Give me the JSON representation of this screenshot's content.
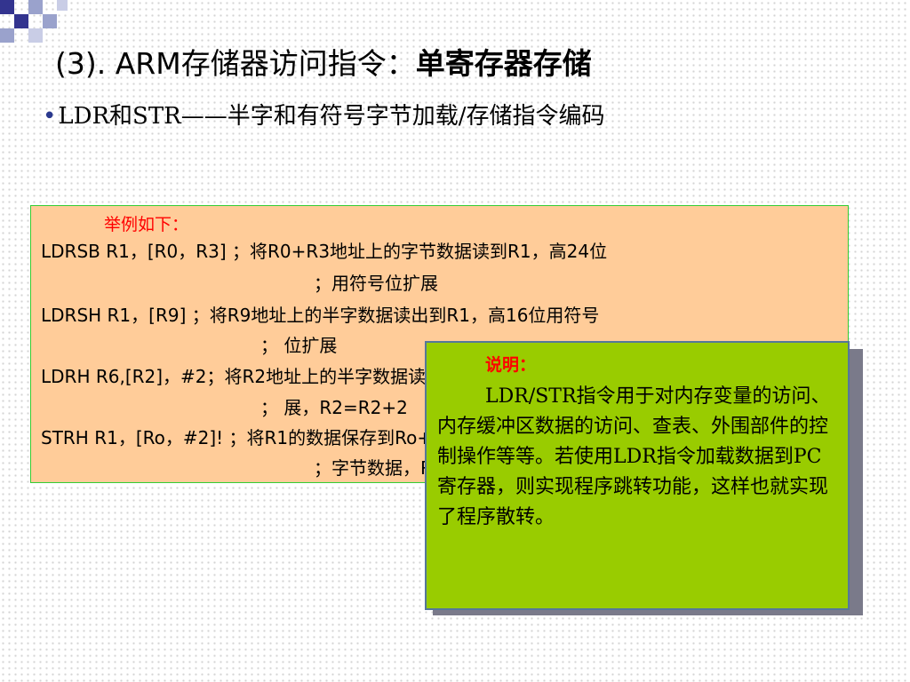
{
  "slide": {
    "title_prefix": "(3). ARM存储器访问指令：",
    "title_bold": "单寄存器存储",
    "bullet_symbol": "•",
    "subtitle": "LDR和STR——半字和有符号字节加载/存储指令编码"
  },
  "example": {
    "heading": "举例如下：",
    "lines": [
      "LDRSB  R1，[R0，R3]  ；将R0+R3地址上的字节数据读到R1，高24位",
      "；用符号位扩展",
      "LDRSH  R1，[R9]   ；将R9地址上的半字数据读出到R1，高16位用符号",
      "；  位扩展",
      "LDRH  R6,[R2]，#2；将R2地址上的半字数据读出到R6，高16位用零扩",
      "；  展，R2=R2+2",
      "STRH   R1，[Ro，#2]!  ；将R1的数据保存到Ro+2地址中，只存储低2",
      "；字节数据，Ro=Ro+2"
    ]
  },
  "note": {
    "heading": "说明：",
    "body": "LDR/STR指令用于对内存变量的访问、内存缓冲区数据的访问、查表、外围部件的控制操作等等。若使用LDR指令加载数据到PC寄存器，则实现程序跳转功能，这样也就实现了程序散转。"
  },
  "colors": {
    "example_bg": "#ffcc99",
    "example_border": "#33cc33",
    "note_bg": "#99cc00",
    "heading_red": "#ff0000",
    "deco_blue": "#33348f",
    "deco_light": "#9aa2cc"
  }
}
